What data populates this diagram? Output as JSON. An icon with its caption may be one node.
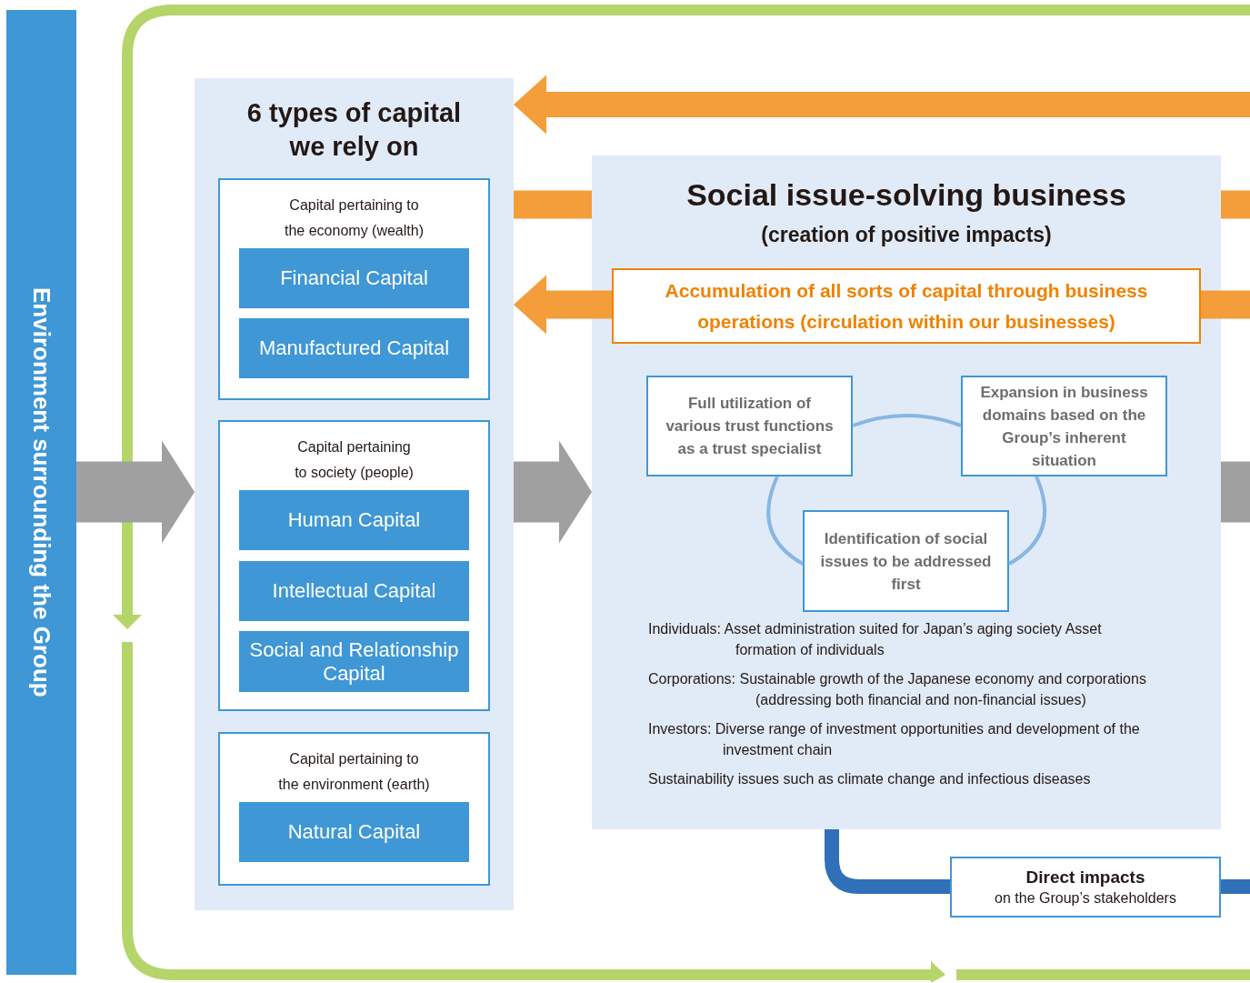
{
  "diagram": {
    "nodes": [
      {
        "text": [
          "Environment surrounding the Group"
        ]
      },
      {
        "text": [
          "6 types of capital we rely on"
        ]
      },
      {
        "text": [
          "Capital pertaining to the economy (wealth)"
        ],
        "in": 1
      },
      {
        "text": [
          "Financial Capital"
        ],
        "in": 2
      },
      {
        "text": [
          "Manufactured Capital"
        ],
        "in": 2
      },
      {
        "text": [
          "Capital pertaining to society (people)"
        ],
        "in": 1
      },
      {
        "text": [
          "Human Capital"
        ],
        "in": 5
      },
      {
        "text": [
          "Intellectual Capital"
        ],
        "in": 5
      },
      {
        "text": [
          "Social and Relationship Capital"
        ],
        "in": 5
      },
      {
        "text": [
          "Capital pertaining to the environment (earth)"
        ],
        "in": 1
      },
      {
        "text": [
          "Natural Capital"
        ],
        "in": 9
      },
      {
        "text": [
          "Social issue-solving business",
          "(creation of positive impacts)",
          "Individuals: Asset administration suited for Japan’s aging society Asset formation of individuals",
          "Corporations: Sustainable growth of the Japanese economy and corporations (addressing both financial and non-financial issues)",
          "Investors: Diverse range of investment opportunities and development of the investment chain",
          "Sustainability issues such as climate change and infectious diseases"
        ]
      },
      {
        "text": [
          "Accumulation of all sorts of capital through business operations (circulation within our businesses)"
        ],
        "in": 11
      },
      {
        "text": [
          "Full utilization of various trust functions as a trust specialist"
        ],
        "in": 11
      },
      {
        "text": [
          "Expansion in business domains based on the Group’s inherent situation"
        ],
        "in": 11
      },
      {
        "text": [
          "Identification of social issues to be addressed first"
        ],
        "in": 11
      },
      {
        "text": [
          "Direct impacts",
          "on the Group’s stakeholders"
        ]
      }
    ],
    "edges": [
      {
        "from": 0,
        "to": 1,
        "arrow": "to",
        "style": "thick",
        "color": "#a0a0a0"
      },
      {
        "from": 1,
        "to": 11,
        "arrow": "to",
        "style": "thick",
        "color": "#a0a0a0"
      },
      {
        "from": 11,
        "to": null,
        "arrow": "none",
        "style": "thick",
        "color": "#a0a0a0"
      },
      {
        "from": null,
        "to": 1,
        "arrow": "to",
        "color": "#f39d3b"
      },
      {
        "from": 11,
        "to": 1,
        "arrow": "none",
        "color": "#f39d3b"
      },
      {
        "from": null,
        "to": 11,
        "arrow": "none",
        "color": "#f39d3b"
      },
      {
        "from": 12,
        "to": 1,
        "arrow": "to",
        "color": "#f39d3b"
      },
      {
        "from": null,
        "to": 12,
        "arrow": "none",
        "color": "#f39d3b"
      },
      {
        "from": 13,
        "to": 14,
        "arrow": "none",
        "color": "#88b6e2"
      },
      {
        "from": 14,
        "to": 15,
        "arrow": "none",
        "color": "#88b6e2"
      },
      {
        "from": 15,
        "to": 13,
        "arrow": "none",
        "color": "#88b6e2"
      },
      {
        "from": 11,
        "to": 16,
        "arrow": "none",
        "color": "#2f70b9"
      },
      {
        "from": 16,
        "to": null,
        "arrow": "none",
        "color": "#2f70b9"
      }
    ]
  }
}
